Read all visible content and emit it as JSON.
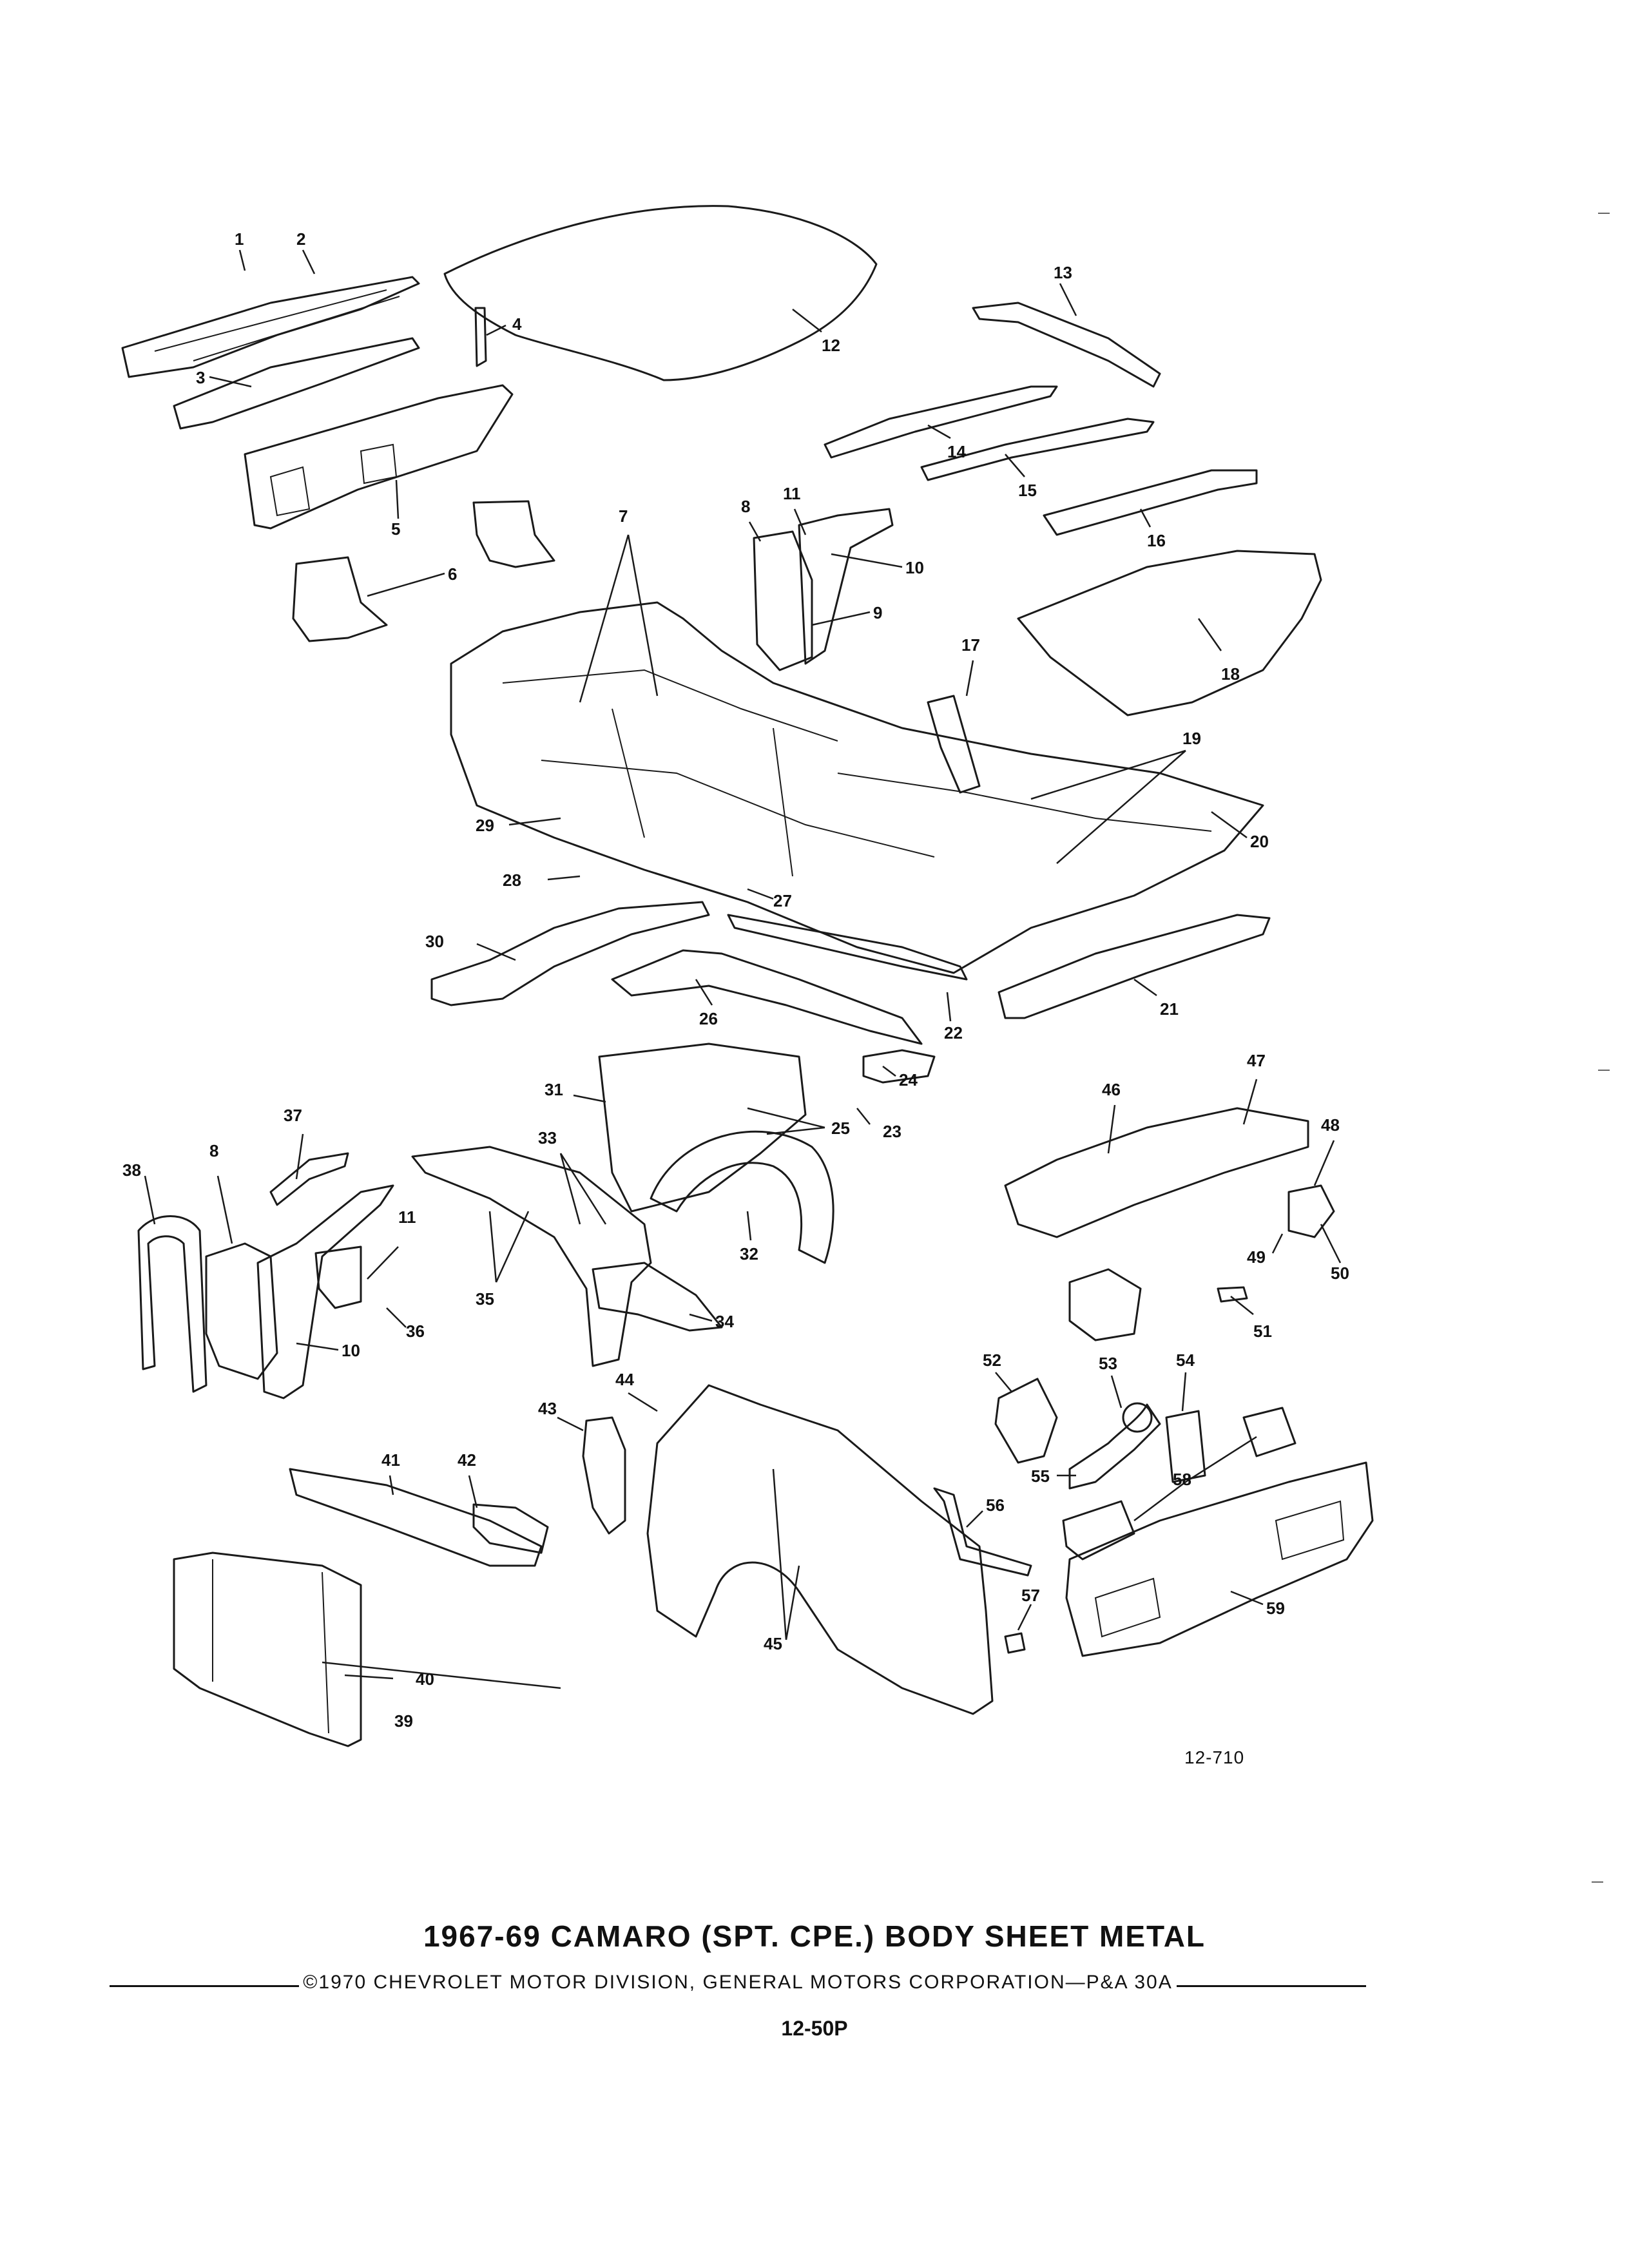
{
  "diagram": {
    "title": "1967-69 CAMARO (SPT. CPE.) BODY SHEET METAL",
    "copyright": "©1970 CHEVROLET MOTOR DIVISION, GENERAL MOTORS CORPORATION—P&A 30A",
    "page_number": "12-50P",
    "figure_ref": "12-710",
    "callouts": [
      "1",
      "2",
      "3",
      "4",
      "5",
      "6",
      "7",
      "8",
      "9",
      "10",
      "11",
      "12",
      "13",
      "14",
      "15",
      "16",
      "17",
      "18",
      "19",
      "20",
      "21",
      "22",
      "23",
      "24",
      "25",
      "26",
      "27",
      "28",
      "29",
      "30",
      "31",
      "32",
      "33",
      "34",
      "35",
      "36",
      "37",
      "38",
      "39",
      "40",
      "41",
      "42",
      "43",
      "44",
      "45",
      "46",
      "47",
      "48",
      "49",
      "50",
      "51",
      "52",
      "53",
      "54",
      "55",
      "56",
      "57",
      "58",
      "59"
    ]
  }
}
